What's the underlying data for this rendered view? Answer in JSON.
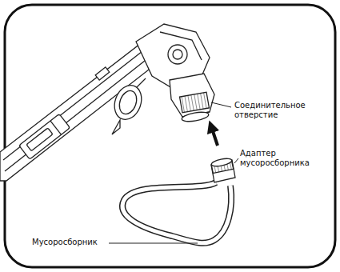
{
  "diagram": {
    "labels": [
      "Соединительное отверстие",
      "Адаптер мусоросборника",
      "Мусоросборник"
    ]
  }
}
